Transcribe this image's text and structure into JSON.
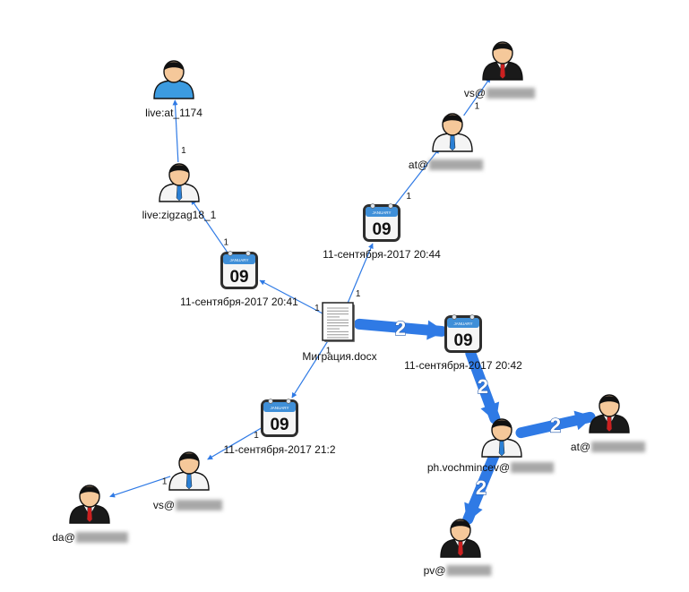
{
  "nodes": {
    "doc": {
      "label": "Миграция.docx",
      "icon": "document-icon"
    },
    "cal_2044": {
      "label": "11-сентября-2017 20:44",
      "icon": "calendar-icon",
      "day": "09",
      "month": "JANUARY"
    },
    "cal_2041": {
      "label": "11-сентября-2017 20:41",
      "icon": "calendar-icon",
      "day": "09",
      "month": "JANUARY"
    },
    "cal_2042": {
      "label": "11-сентября-2017 20:42",
      "icon": "calendar-icon",
      "day": "09",
      "month": "JANUARY"
    },
    "cal_212": {
      "label": "11-сентября-2017 21:2",
      "icon": "calendar-icon",
      "day": "09",
      "month": "JANUARY"
    },
    "live_at": {
      "label": "live:at_1174",
      "icon": "user-blue-icon"
    },
    "live_zigzag": {
      "label": "live:zigzag18_1",
      "icon": "user-tie-icon"
    },
    "at_top": {
      "label": "at@",
      "icon": "user-tie-icon"
    },
    "vs_top": {
      "label": "vs@",
      "icon": "user-red-tie-icon"
    },
    "ph": {
      "label": "ph.vochmincev@",
      "icon": "user-tie-icon"
    },
    "at_right": {
      "label": "at@",
      "icon": "user-red-tie-icon"
    },
    "pv": {
      "label": "pv@",
      "icon": "user-red-tie-icon"
    },
    "vs_bottom": {
      "label": "vs@",
      "icon": "user-tie-icon"
    },
    "da": {
      "label": "da@",
      "icon": "user-red-tie-icon"
    }
  },
  "edges": [
    {
      "from": "doc",
      "to": "cal_2044",
      "weight": "1"
    },
    {
      "from": "cal_2044",
      "to": "at_top",
      "weight": "1"
    },
    {
      "from": "at_top",
      "to": "vs_top",
      "weight": "1"
    },
    {
      "from": "doc",
      "to": "cal_2041",
      "weight": "1"
    },
    {
      "from": "cal_2041",
      "to": "live_zigzag",
      "weight": "1"
    },
    {
      "from": "live_zigzag",
      "to": "live_at",
      "weight": "1"
    },
    {
      "from": "doc",
      "to": "cal_2042",
      "weight": "2"
    },
    {
      "from": "cal_2042",
      "to": "ph",
      "weight": "2"
    },
    {
      "from": "ph",
      "to": "at_right",
      "weight": "2"
    },
    {
      "from": "ph",
      "to": "pv",
      "weight": "2"
    },
    {
      "from": "doc",
      "to": "cal_212",
      "weight": "1"
    },
    {
      "from": "cal_212",
      "to": "vs_bottom",
      "weight": "1"
    },
    {
      "from": "vs_bottom",
      "to": "da",
      "weight": "1"
    }
  ],
  "colors": {
    "edge": "#2f7ae5",
    "calendar_frame": "#3a3a3a",
    "calendar_header": "#3f8fd8",
    "user_skin": "#f5c89a",
    "user_hair": "#111111",
    "user_shirt_white": "#f4f4f4",
    "user_shirt_blue": "#3c9be0",
    "user_suit_dark": "#1a1a1a",
    "tie_blue": "#2a7fd4",
    "tie_red": "#cc2020"
  }
}
